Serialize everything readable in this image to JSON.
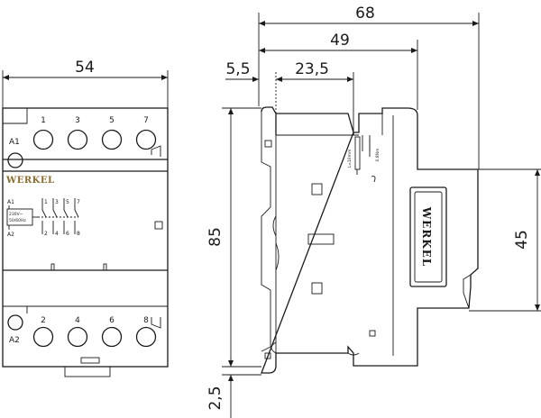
{
  "brand": "WERKEL",
  "front": {
    "terminals_top": [
      "1",
      "3",
      "5",
      "7"
    ],
    "terminals_bottom": [
      "2",
      "4",
      "6",
      "8"
    ],
    "coil_top": "A1",
    "coil_bottom": "A2",
    "schema": {
      "a1": "A1",
      "a2": "A2",
      "top": [
        "1",
        "3",
        "5",
        "7"
      ],
      "bottom": [
        "2",
        "4",
        "6",
        "8"
      ],
      "voltage": "230V~",
      "freq": "50/60Hz"
    }
  },
  "dimensions": {
    "width": "54",
    "height": "85",
    "depth_total": "68",
    "depth_mid": "49",
    "offset": "5,5",
    "inner": "23,5",
    "module_height": "45",
    "bottom_gap": "2,5",
    "screw_len": "L=10mm",
    "screw_dia": "0.8Nm"
  }
}
